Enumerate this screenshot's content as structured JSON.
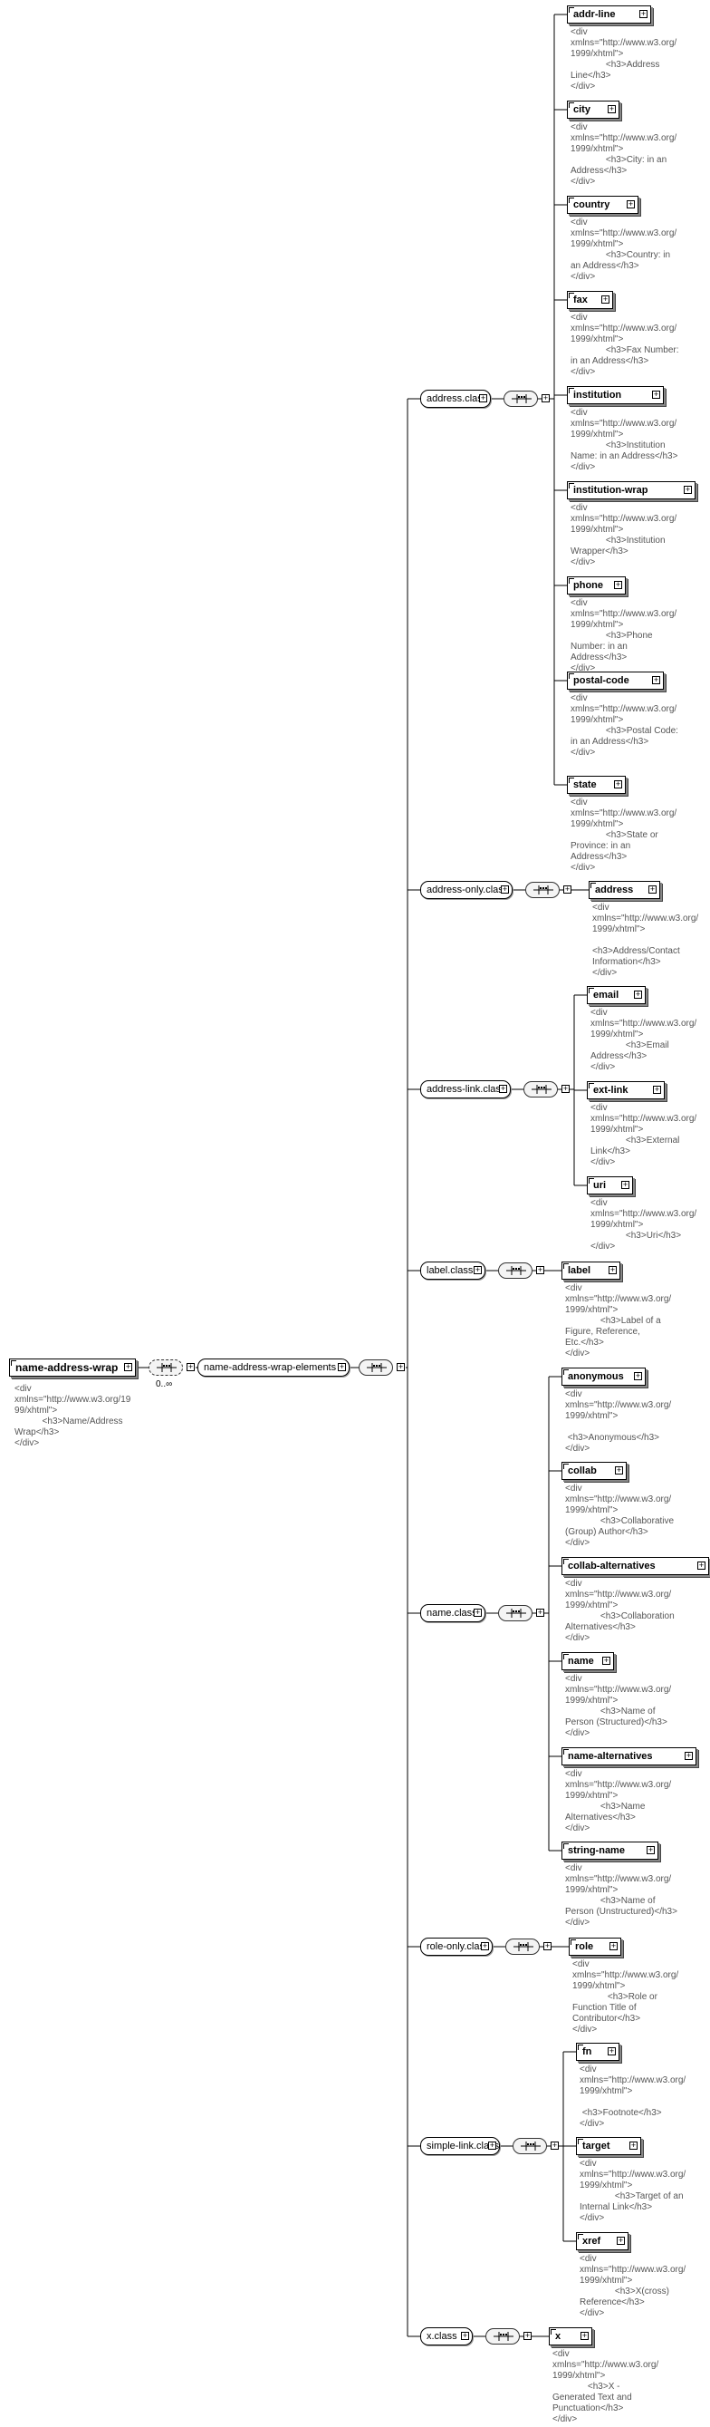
{
  "root": {
    "name": "name-address-wrap",
    "doc": "<div\nxmlns=\"http://www.w3.org/19\n99/xhtml\">\n           <h3>Name/Address\nWrap</h3>\n</div>",
    "occurrence": "0..∞",
    "wrapper_group": "name-address-wrap-elements"
  },
  "classes": [
    {
      "name": "address.class",
      "elements": [
        {
          "name": "addr-line",
          "doc": "<div\nxmlns=\"http://www.w3.org/\n1999/xhtml\">\n              <h3>Address\nLine</h3>\n</div>"
        },
        {
          "name": "city",
          "doc": "<div\nxmlns=\"http://www.w3.org/\n1999/xhtml\">\n              <h3>City: in an\nAddress</h3>\n</div>"
        },
        {
          "name": "country",
          "doc": "<div\nxmlns=\"http://www.w3.org/\n1999/xhtml\">\n              <h3>Country: in\nan Address</h3>\n</div>"
        },
        {
          "name": "fax",
          "doc": "<div\nxmlns=\"http://www.w3.org/\n1999/xhtml\">\n              <h3>Fax Number:\nin an Address</h3>\n</div>"
        },
        {
          "name": "institution",
          "doc": "<div\nxmlns=\"http://www.w3.org/\n1999/xhtml\">\n              <h3>Institution\nName: in an Address</h3>\n</div>"
        },
        {
          "name": "institution-wrap",
          "doc": "<div\nxmlns=\"http://www.w3.org/\n1999/xhtml\">\n              <h3>Institution\nWrapper</h3>\n</div>"
        },
        {
          "name": "phone",
          "doc": "<div\nxmlns=\"http://www.w3.org/\n1999/xhtml\">\n              <h3>Phone\nNumber: in an\nAddress</h3>\n</div>"
        },
        {
          "name": "postal-code",
          "doc": "<div\nxmlns=\"http://www.w3.org/\n1999/xhtml\">\n              <h3>Postal Code:\nin an Address</h3>\n</div>"
        },
        {
          "name": "state",
          "doc": "<div\nxmlns=\"http://www.w3.org/\n1999/xhtml\">\n              <h3>State or\nProvince: in an\nAddress</h3>\n</div>"
        }
      ]
    },
    {
      "name": "address-only.class",
      "elements": [
        {
          "name": "address",
          "doc": "<div\nxmlns=\"http://www.w3.org/\n1999/xhtml\">\n\n<h3>Address/Contact\nInformation</h3>\n</div>"
        }
      ]
    },
    {
      "name": "address-link.class",
      "elements": [
        {
          "name": "email",
          "doc": "<div\nxmlns=\"http://www.w3.org/\n1999/xhtml\">\n              <h3>Email\nAddress</h3>\n</div>"
        },
        {
          "name": "ext-link",
          "doc": "<div\nxmlns=\"http://www.w3.org/\n1999/xhtml\">\n              <h3>External\nLink</h3>\n</div>"
        },
        {
          "name": "uri",
          "doc": "<div\nxmlns=\"http://www.w3.org/\n1999/xhtml\">\n              <h3>Uri</h3>\n</div>"
        }
      ]
    },
    {
      "name": "label.class",
      "elements": [
        {
          "name": "label",
          "doc": "<div\nxmlns=\"http://www.w3.org/\n1999/xhtml\">\n              <h3>Label of a\nFigure, Reference,\nEtc.</h3>\n</div>"
        }
      ]
    },
    {
      "name": "name.class",
      "elements": [
        {
          "name": "anonymous",
          "doc": "<div\nxmlns=\"http://www.w3.org/\n1999/xhtml\">\n\n <h3>Anonymous</h3>\n</div>"
        },
        {
          "name": "collab",
          "doc": "<div\nxmlns=\"http://www.w3.org/\n1999/xhtml\">\n              <h3>Collaborative\n(Group) Author</h3>\n</div>"
        },
        {
          "name": "collab-alternatives",
          "doc": "<div\nxmlns=\"http://www.w3.org/\n1999/xhtml\">\n              <h3>Collaboration\nAlternatives</h3>\n</div>"
        },
        {
          "name": "name",
          "doc": "<div\nxmlns=\"http://www.w3.org/\n1999/xhtml\">\n              <h3>Name of\nPerson (Structured)</h3>\n</div>"
        },
        {
          "name": "name-alternatives",
          "doc": "<div\nxmlns=\"http://www.w3.org/\n1999/xhtml\">\n              <h3>Name\nAlternatives</h3>\n</div>"
        },
        {
          "name": "string-name",
          "doc": "<div\nxmlns=\"http://www.w3.org/\n1999/xhtml\">\n              <h3>Name of\nPerson (Unstructured)</h3>\n</div>"
        }
      ]
    },
    {
      "name": "role-only.class",
      "elements": [
        {
          "name": "role",
          "doc": "<div\nxmlns=\"http://www.w3.org/\n1999/xhtml\">\n              <h3>Role or\nFunction Title of\nContributor</h3>\n</div>"
        }
      ]
    },
    {
      "name": "simple-link.class",
      "elements": [
        {
          "name": "fn",
          "doc": "<div\nxmlns=\"http://www.w3.org/\n1999/xhtml\">\n\n <h3>Footnote</h3>\n</div>"
        },
        {
          "name": "target",
          "doc": "<div\nxmlns=\"http://www.w3.org/\n1999/xhtml\">\n              <h3>Target of an\nInternal Link</h3>\n</div>"
        },
        {
          "name": "xref",
          "doc": "<div\nxmlns=\"http://www.w3.org/\n1999/xhtml\">\n              <h3>X(cross)\nReference</h3>\n</div>"
        }
      ]
    },
    {
      "name": "x.class",
      "elements": [
        {
          "name": "x",
          "doc": "<div\nxmlns=\"http://www.w3.org/\n1999/xhtml\">\n              <h3>X -\nGenerated Text and\nPunctuation</h3>\n</div>"
        }
      ]
    }
  ]
}
